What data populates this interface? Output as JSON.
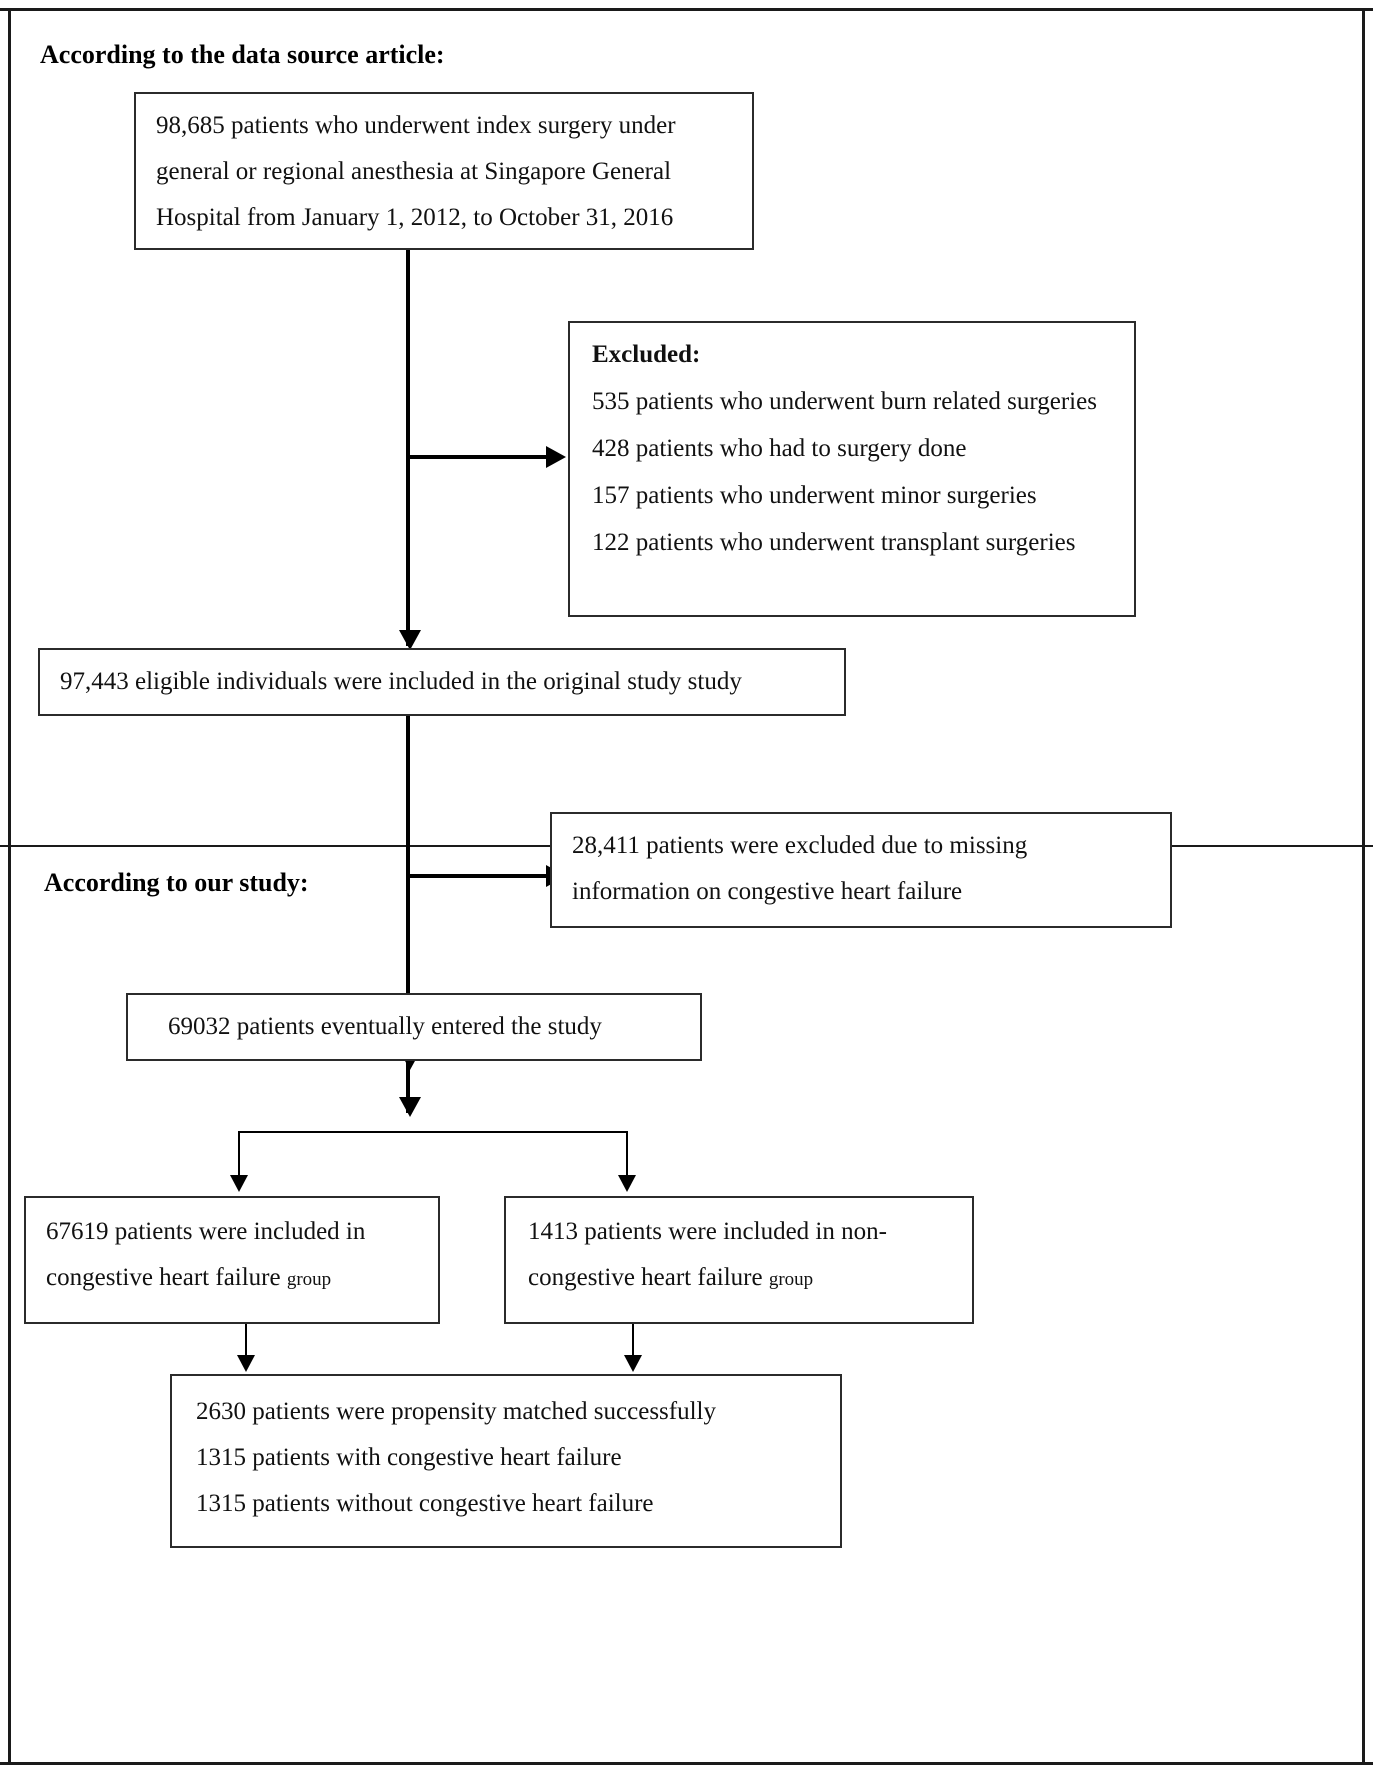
{
  "document": {
    "title": "Patient selection flow diagram"
  },
  "sections": [
    {
      "id": "source",
      "label": "According to the data source article:"
    },
    {
      "id": "ours",
      "label": "According to our study:"
    }
  ],
  "boxes": {
    "source_cohort": {
      "lines": [
        "98,685 patients who underwent index surgery under",
        "general or regional anesthesia at Singapore General",
        "Hospital from January 1, 2012, to October 31, 2016"
      ]
    },
    "excluded_source": {
      "heading": "Excluded:",
      "lines": [
        "535 patients who underwent burn related surgeries",
        "428 patients who had to surgery done",
        "157 patients who underwent minor surgeries",
        "122 patients who underwent transplant surgeries"
      ]
    },
    "eligible": {
      "lines": [
        "97,443 eligible individuals were included in the original study study"
      ]
    },
    "excluded_ours": {
      "lines": [
        "28,411 patients were excluded due to missing",
        "information on congestive heart failure"
      ]
    },
    "entered_study": {
      "lines": [
        "69032 patients eventually entered the study"
      ]
    },
    "chf_group": {
      "line1": "67619 patients were included in",
      "line2_main": "congestive heart failure ",
      "line2_small": "group"
    },
    "non_chf_group": {
      "line1": "1413 patients were included in non-",
      "line2_main": "congestive heart failure ",
      "line2_small": "group"
    },
    "matched": {
      "lines": [
        "2630 patients were propensity matched successfully",
        "1315 patients with congestive heart failure",
        "1315 patients without congestive heart failure"
      ]
    }
  },
  "colors": {
    "stroke": "#000000",
    "box_border": "#2b2b2b",
    "text": "#111111",
    "background": "#ffffff"
  }
}
